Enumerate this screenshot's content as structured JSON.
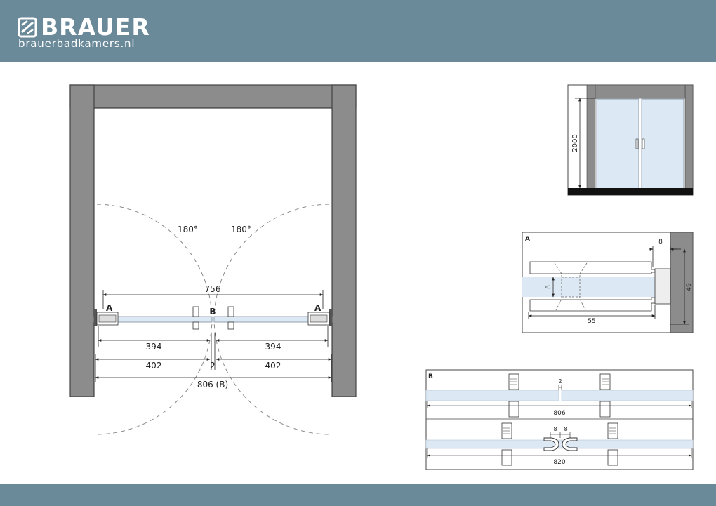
{
  "brand": {
    "name": "BRAUER",
    "url": "brauerbadkamers.nl",
    "color_header": "#6b8a99",
    "logo_icon": "brauer-logo-icon"
  },
  "plan": {
    "angle_left": "180°",
    "angle_right": "180°",
    "dim_overall_hinge": "756",
    "label_hinge_left": "A",
    "label_hinge_right": "A",
    "label_center": "B",
    "dim_door_left": "394",
    "dim_door_right": "394",
    "dim_panel_left": "402",
    "dim_gap": "2",
    "dim_panel_right": "402",
    "dim_total": "806 (B)"
  },
  "elevation": {
    "height": "2000"
  },
  "detail_a": {
    "title": "A",
    "dim_top": "8",
    "dim_glass": "8",
    "dim_depth": "49",
    "dim_length": "55"
  },
  "detail_b": {
    "title": "B",
    "gap": "2",
    "width_1": "806",
    "seal_left": "8",
    "seal_right": "8",
    "width_2": "820"
  },
  "colors": {
    "wall": "#8c8c8c",
    "glass": "#dce8f3",
    "dim_line": "#222222",
    "dash": "#8a8a8a"
  }
}
